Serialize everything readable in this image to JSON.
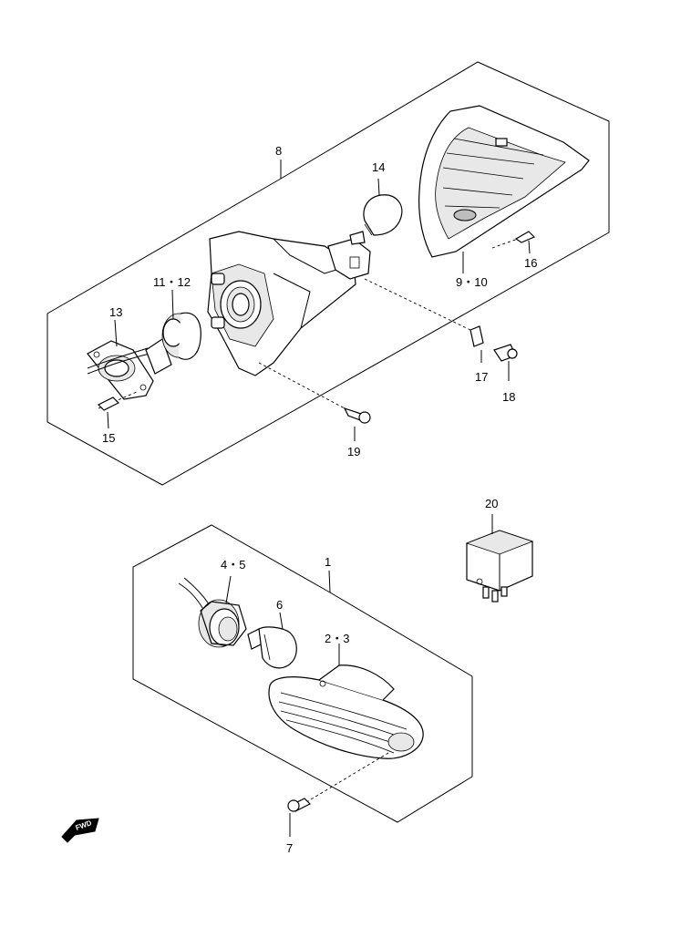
{
  "callouts": {
    "c1": "1",
    "c2_3": "2・3",
    "c4_5": "4・5",
    "c6": "6",
    "c7": "7",
    "c8": "8",
    "c9_10": "9・10",
    "c11_12": "11・12",
    "c13": "13",
    "c14": "14",
    "c15": "15",
    "c16": "16",
    "c17": "17",
    "c18": "18",
    "c19": "19",
    "c20": "20"
  },
  "fwd_badge": "FWD"
}
